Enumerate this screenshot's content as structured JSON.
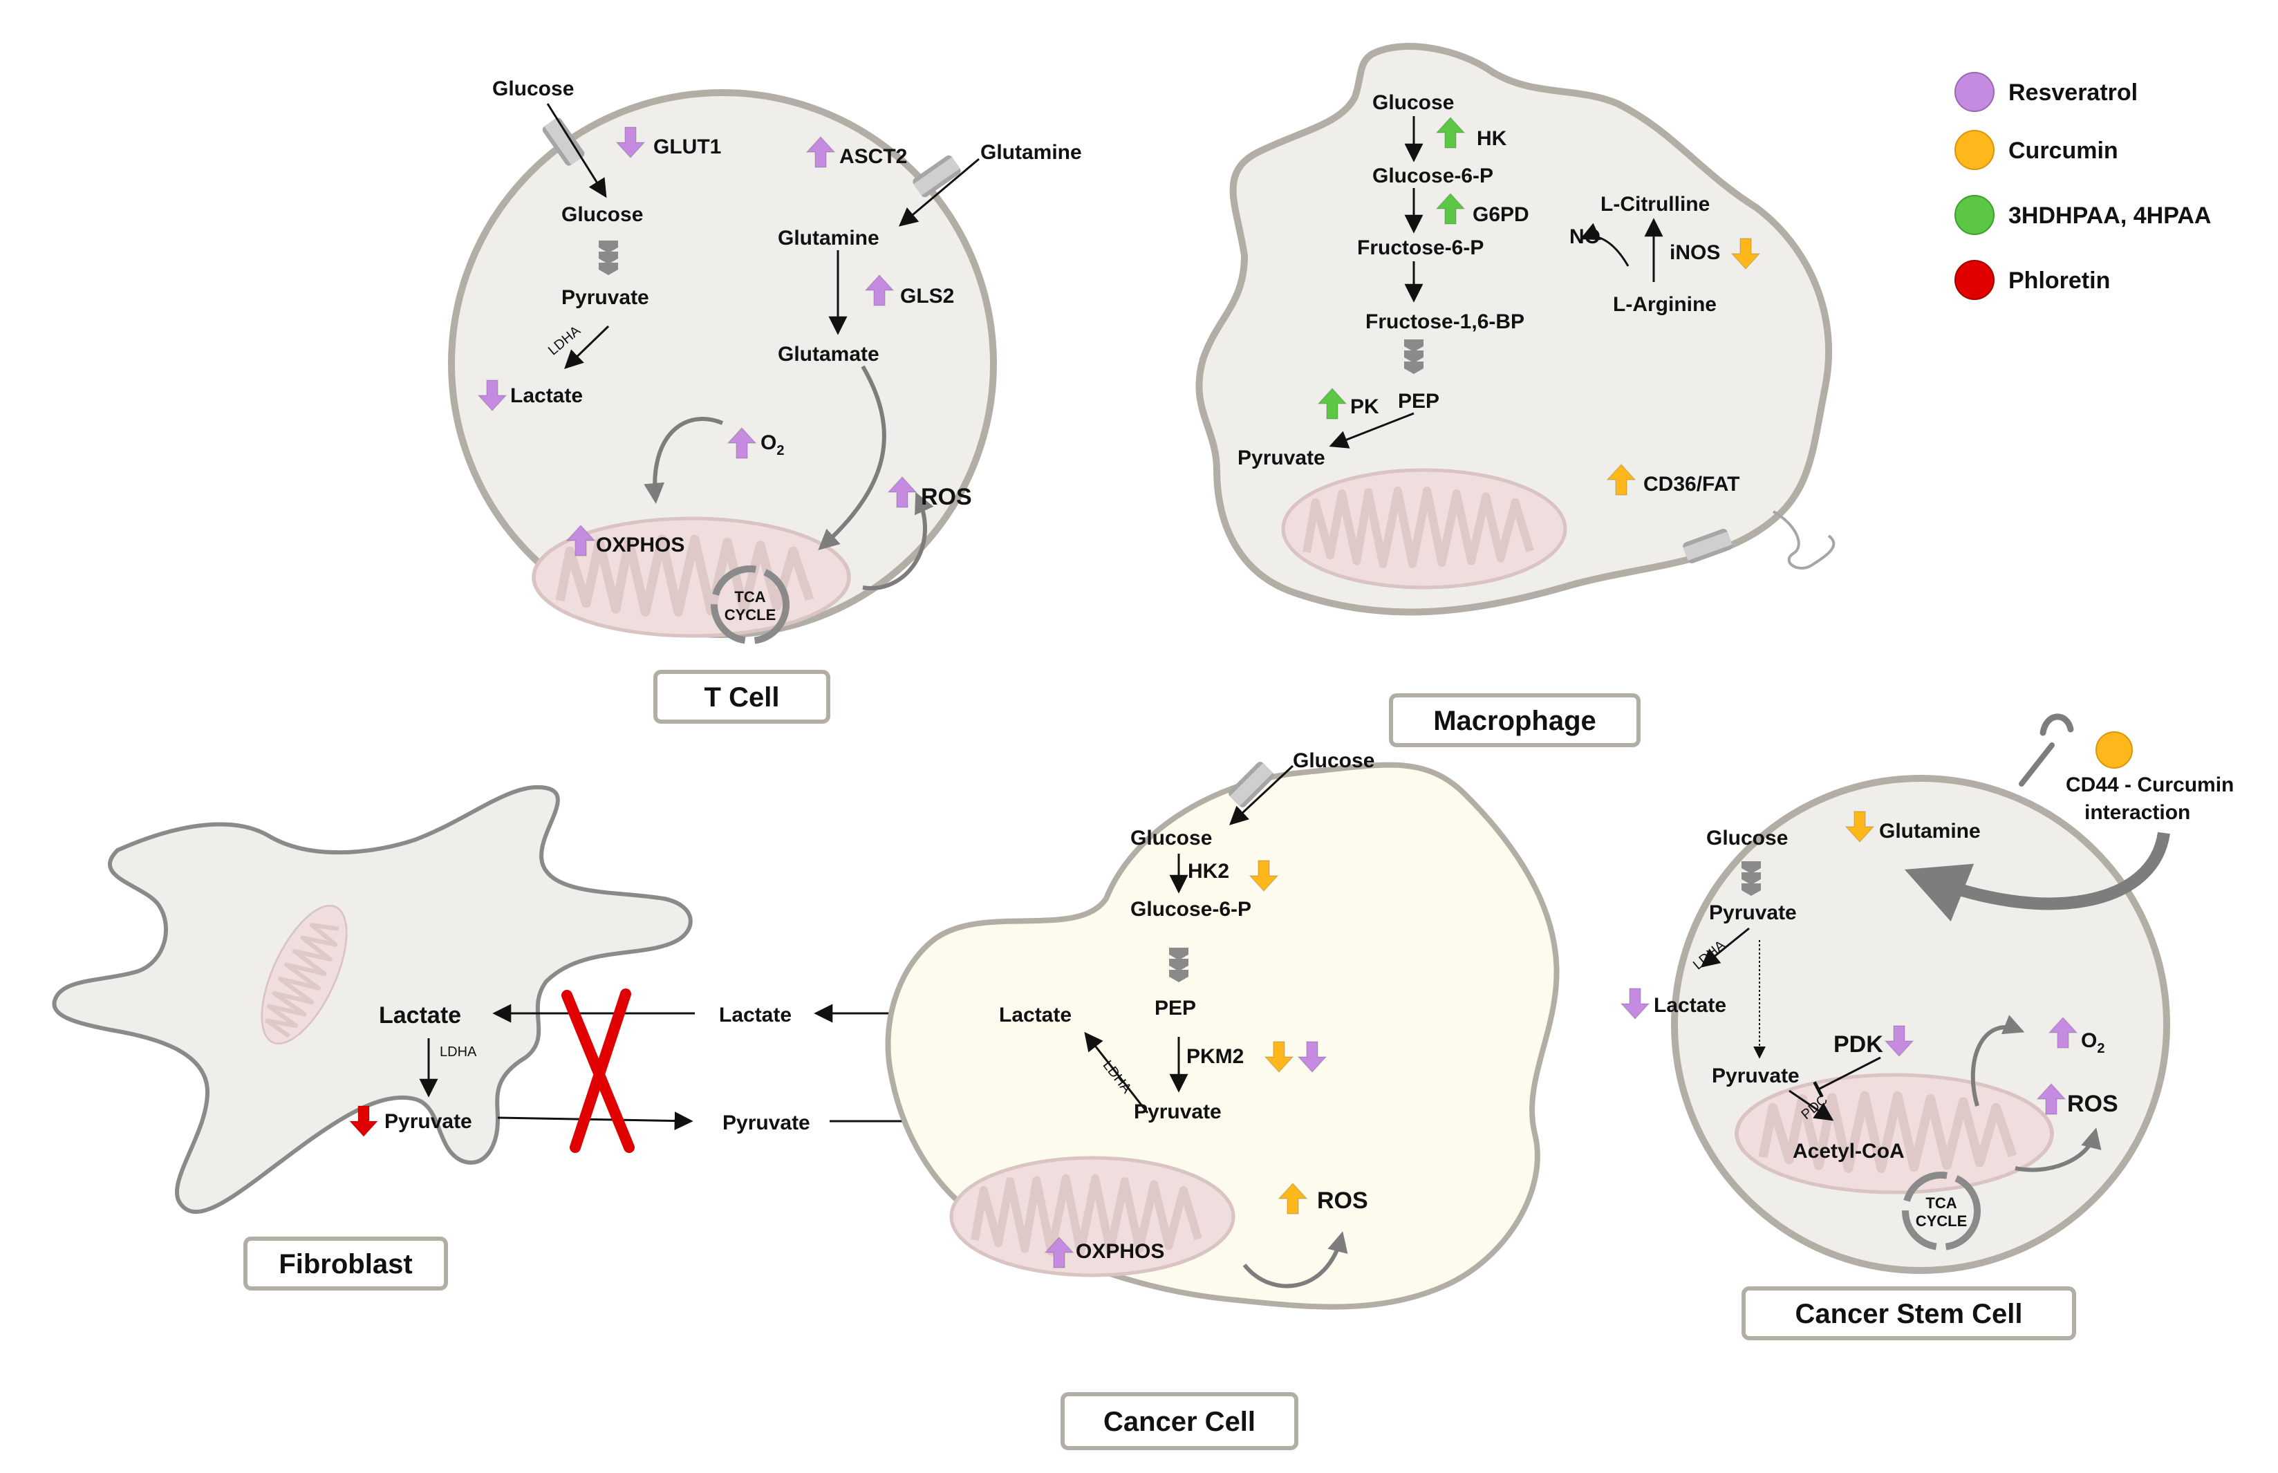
{
  "legend": [
    {
      "label": "Resveratrol",
      "color": "#c58be0"
    },
    {
      "label": "Curcumin",
      "color": "#ffb81c"
    },
    {
      "label": "3HDHPAA,  4HPAA",
      "color": "#5cc744"
    },
    {
      "label": "Phloretin",
      "color": "#e00000"
    }
  ],
  "colors": {
    "resveratrol": "#c58be0",
    "curcumin": "#ffb81c",
    "green": "#5cc744",
    "phloretin": "#e00000",
    "cell_fill": "#f0eeea",
    "cell_stroke": "#b3aea5",
    "cancer_fill": "#fcfbee"
  },
  "tcell": {
    "name": "T Cell",
    "glucose_out": "Glucose",
    "glut1": "GLUT1",
    "glucose_in": "Glucose",
    "pyruvate": "Pyruvate",
    "ldha": "LDHA",
    "lactate": "Lactate",
    "asct2": "ASCT2",
    "glutamine_out": "Glutamine",
    "glutamine_in": "Glutamine",
    "gls2": "GLS2",
    "glutamate": "Glutamate",
    "o2": "O",
    "o2_sub": "2",
    "ros": "ROS",
    "oxphos": "OXPHOS",
    "tca1": "TCA",
    "tca2": "CYCLE"
  },
  "macrophage": {
    "name": "Macrophage",
    "glucose": "Glucose",
    "hk": "HK",
    "g6p": "Glucose-6-P",
    "g6pd": "G6PD",
    "f6p": "Fructose-6-P",
    "f16bp": "Fructose-1,6-BP",
    "pk": "PK",
    "pep": "PEP",
    "pyruvate": "Pyruvate",
    "citrulline": "L-Citrulline",
    "no": "NO",
    "inos": "iNOS",
    "arginine": "L-Arginine",
    "cd36": "CD36/FAT"
  },
  "fibroblast": {
    "name": "Fibroblast",
    "lactate": "Lactate",
    "ldha": "LDHA",
    "pyruvate": "Pyruvate",
    "lactate_mid": "Lactate",
    "pyruvate_mid": "Pyruvate"
  },
  "cancer": {
    "name": "Cancer Cell",
    "glucose_out": "Glucose",
    "glucose_in": "Glucose",
    "hk2": "HK2",
    "g6p": "Glucose-6-P",
    "pep": "PEP",
    "pkm2": "PKM2",
    "lactate": "Lactate",
    "ldha": "LDHA",
    "pyruvate": "Pyruvate",
    "ros": "ROS",
    "oxphos": "OXPHOS"
  },
  "csc": {
    "name": "Cancer Stem Cell",
    "cd44_1": "CD44 - Curcumin",
    "cd44_2": "interaction",
    "glucose": "Glucose",
    "glutamine": "Glutamine",
    "pyruvate": "Pyruvate",
    "ldha": "LDHA",
    "lactate": "Lactate",
    "pdk": "PDK",
    "pyruvate2": "Pyruvate",
    "pdc": "PDC",
    "acetyl": "Acetyl-CoA",
    "o2": "O",
    "o2_sub": "2",
    "ros": "ROS",
    "tca1": "TCA",
    "tca2": "CYCLE"
  }
}
